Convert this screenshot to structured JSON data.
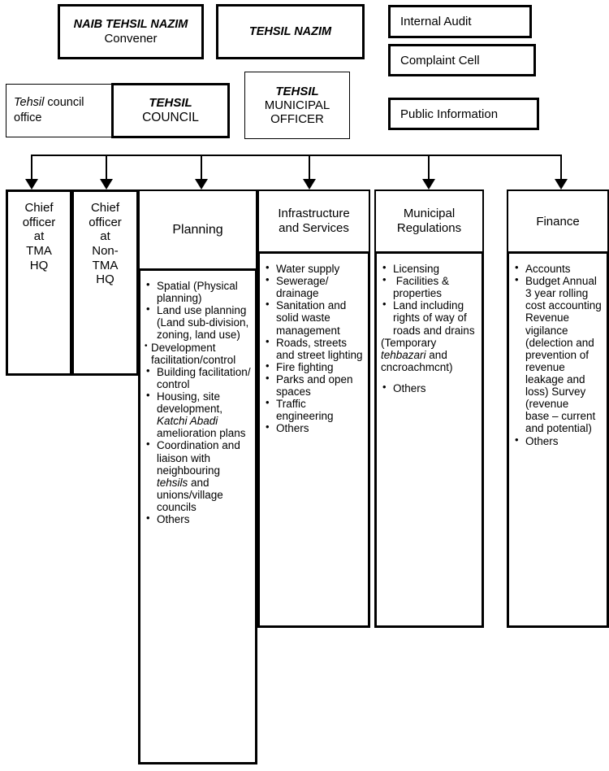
{
  "diagram": {
    "title": "Tehsil Municipal Administration organogram",
    "top_boxes": [
      {
        "id": "naib-tehsil-nazim",
        "line1": "NAIB TEHSIL NAZIM",
        "line2": "Convener"
      },
      {
        "id": "tehsil-nazim",
        "line1": "TEHSIL NAZIM"
      },
      {
        "id": "internal-audit",
        "line1": "Internal Audit"
      },
      {
        "id": "complaint-cell",
        "line1": "Complaint Cell"
      },
      {
        "id": "public-information",
        "line1": "Public Information"
      },
      {
        "id": "tehsil-council-office",
        "line1": "Tehsil",
        "line2": " council office"
      },
      {
        "id": "tehsil-council",
        "line1": "TEHSIL",
        "line2": "COUNCIL"
      },
      {
        "id": "tehsil-municipal-officer",
        "line1": "TEHSIL",
        "line2": "MUNICIPAL",
        "line3": "OFFICER"
      }
    ],
    "columns": [
      {
        "id": "chief-officer-tma-hq",
        "header": "Chief\nofficer\nat\nTMA\nHQ",
        "items": []
      },
      {
        "id": "chief-officer-non-tma-hq",
        "header": "Chief\nofficer\nat\nNon-\nTMA\nHQ",
        "items": []
      },
      {
        "id": "planning",
        "header": "Planning",
        "items": [
          {
            "text": "Spatial (Physical planning)",
            "style": "bullet"
          },
          {
            "text": "Land use planning (Land sub-division, zoning, land use)",
            "style": "bullet"
          },
          {
            "text": "Development facilitation/control",
            "style": "tightbullet"
          },
          {
            "text": "Building facilitation/ control",
            "style": "bullet"
          },
          {
            "text": "Housing, site development, ",
            "italic": "Katchi Abadi",
            "text_after": " amelioration plans",
            "style": "bullet"
          },
          {
            "text": "Coordination and liaison with neighbouring ",
            "italic": "tehsils",
            "text_after": " and unions/village councils",
            "style": "bullet"
          },
          {
            "text": "Others",
            "style": "bullet"
          }
        ]
      },
      {
        "id": "infrastructure-and-services",
        "header": "Infrastructure\nand Services",
        "items": [
          {
            "text": "Water supply",
            "style": "bullet"
          },
          {
            "text": "Sewerage/ drainage",
            "style": "bullet"
          },
          {
            "text": "Sanitation and\nsolid waste management",
            "style": "bullet"
          },
          {
            "text": "Roads, streets and street lighting",
            "style": "bullet"
          },
          {
            "text": "Fire fighting",
            "style": "bullet"
          },
          {
            "text": "Parks and open spaces",
            "style": "bullet"
          },
          {
            "text": "Traffic engineering",
            "style": "bullet"
          },
          {
            "text": "Others",
            "style": "bullet"
          }
        ]
      },
      {
        "id": "municipal-regulations",
        "header": "Municipal\nRegulations",
        "items": [
          {
            "text": "Licensing",
            "style": "bullet"
          },
          {
            "text": " Facilities & properties",
            "style": "bullet"
          },
          {
            "text": "Land including rights of way of roads and drains",
            "style": "bullet"
          },
          {
            "text": "(Temporary ",
            "italic": "tehbazari",
            "text_after": " and cncroachmcnt)",
            "style": "none"
          },
          {
            "text": "Others",
            "style": "bullet",
            "gap": true
          }
        ]
      },
      {
        "id": "finance",
        "header": "Finance",
        "items": [
          {
            "text": "Accounts",
            "style": "bullet"
          },
          {
            "text": "Budget Annual 3 year rolling cost accounting Revenue vigilance (delection and prevention of revenue leakage and loss) Survey (revenue base – current and potential)",
            "style": "bullet"
          },
          {
            "text": "Others",
            "style": "bullet"
          }
        ]
      }
    ],
    "connector": {
      "name": "bus-connector",
      "arrow_count": 6
    }
  }
}
